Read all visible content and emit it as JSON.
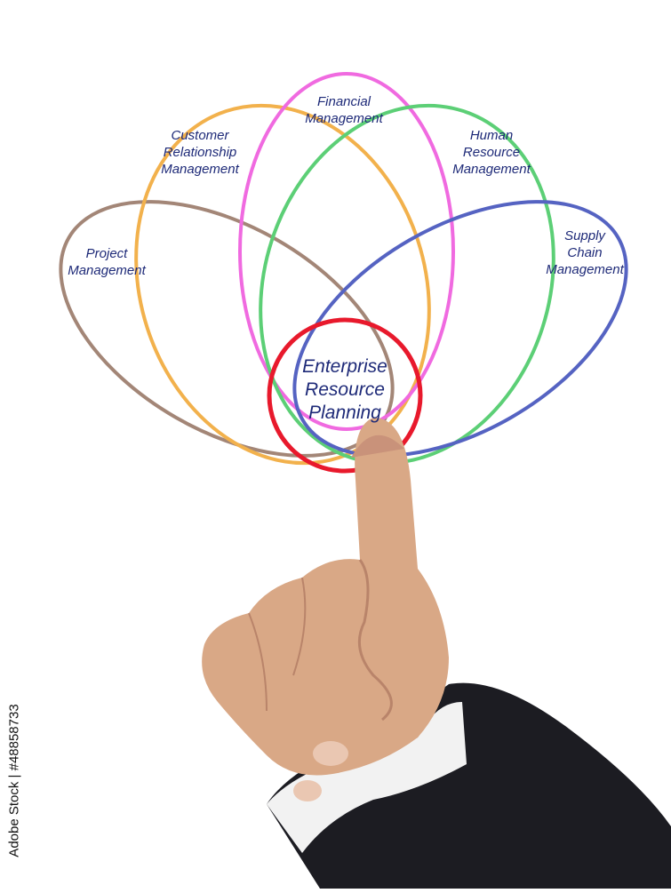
{
  "diagram": {
    "center": {
      "label": "Enterprise\nResource\nPlanning"
    },
    "petals": [
      {
        "label": "Project\nManagement",
        "color": "#a38677"
      },
      {
        "label": "Customer\nRelationship\nManagement",
        "color": "#f2b14c"
      },
      {
        "label": "Financial\nManagement",
        "color": "#f06ae0"
      },
      {
        "label": "Human\nResource\nManagement",
        "color": "#5ccf76"
      },
      {
        "label": "Supply\nChain\nManagement",
        "color": "#5563c2"
      }
    ],
    "center_color": "#e8192c"
  },
  "watermark": {
    "stock_id": "Adobe Stock | #48858733"
  }
}
